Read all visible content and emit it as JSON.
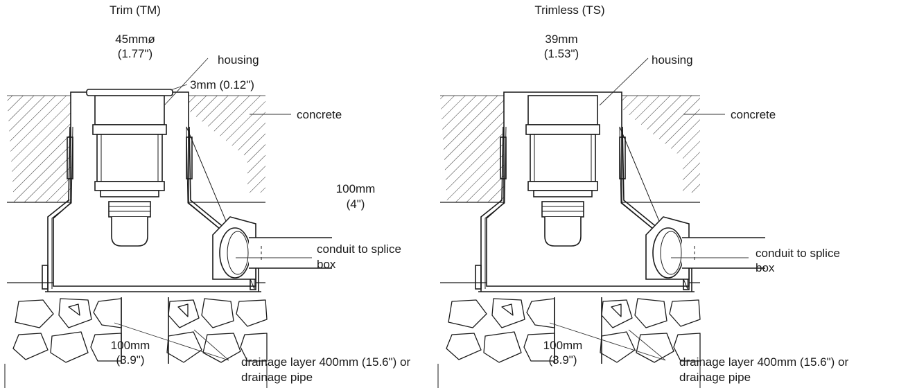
{
  "panels": [
    {
      "title": "Trim (TM)",
      "diameter_mm": "45mmø",
      "diameter_in": "(1.77\")",
      "housing": "housing",
      "trim_height": "3mm (0.12\")",
      "concrete": "concrete",
      "depth_mm": "100mm",
      "depth_in": "(4\")",
      "conduit_line1": "conduit to splice",
      "conduit_line2": "box",
      "gap_mm": "100mm",
      "gap_in": "(3.9\")",
      "drainage_line1": "drainage layer 400mm (15.6\") or",
      "drainage_line2": "drainage pipe"
    },
    {
      "title": "Trimless (TS)",
      "diameter_mm": "39mm",
      "diameter_in": "(1.53\")",
      "housing": "housing",
      "concrete": "concrete",
      "conduit_line1": "conduit to splice",
      "conduit_line2": "box",
      "gap_mm": "100mm",
      "gap_in": "(3.9\")",
      "drainage_line1": "drainage layer 400mm (15.6\") or",
      "drainage_line2": "drainage pipe"
    }
  ]
}
